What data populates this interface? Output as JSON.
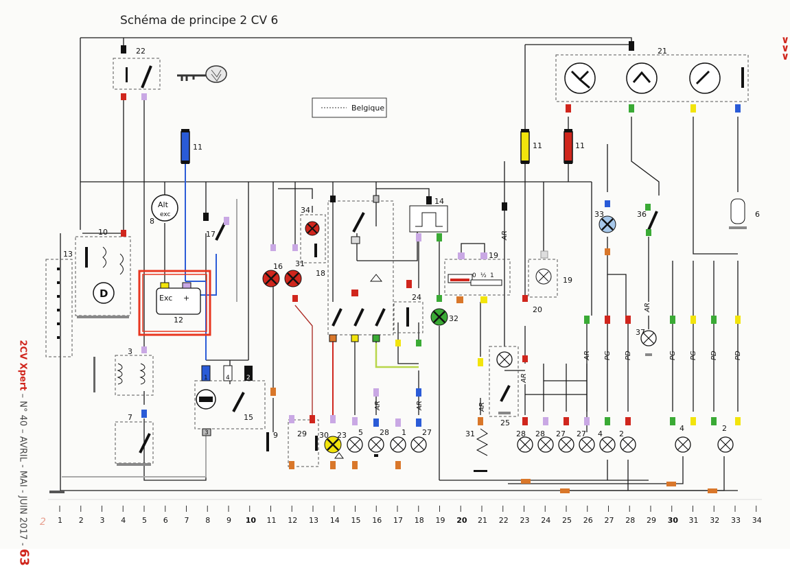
{
  "title": "Schéma de principe 2 CV 6",
  "legend": {
    "label": "Belgique"
  },
  "side_text": {
    "brand": "2CV Xpert",
    "issue": " – N° 40 – AVRIL - MAI - JUIN 2017 - ",
    "page": "63"
  },
  "page_marker": "2",
  "alternator_labels": {
    "alt": "Alt",
    "exc": "exc"
  },
  "regulator_labels": {
    "exc": "Exc",
    "plus": "+"
  },
  "grid_numbers": [
    "1",
    "2",
    "3",
    "4",
    "5",
    "6",
    "7",
    "8",
    "9",
    "10",
    "11",
    "12",
    "13",
    "14",
    "15",
    "16",
    "17",
    "18",
    "19",
    "20",
    "21",
    "22",
    "23",
    "24",
    "25",
    "26",
    "27",
    "28",
    "29",
    "30",
    "31",
    "32",
    "33",
    "34"
  ],
  "bold_grid_numbers": [
    "10",
    "20",
    "30"
  ],
  "component_numbers": {
    "c21": "21",
    "c22": "22",
    "c11a": "11",
    "c11b": "11",
    "c11c": "11",
    "c10": "10",
    "c13": "13",
    "c8": "8",
    "c12": "12",
    "c17": "17",
    "c34": "34",
    "c31a": "31",
    "c16": "16",
    "c18": "18",
    "c14": "14",
    "c19a": "19",
    "c19b": "19",
    "c24": "24",
    "c32": "32",
    "c20": "20",
    "c33": "33",
    "c36": "36",
    "c6": "6",
    "c37": "37",
    "c3": "3",
    "c7": "7",
    "c15": "15",
    "c9": "9",
    "c29": "29",
    "c30": "30",
    "c23": "23",
    "c5": "5",
    "c28": "28",
    "c1": "1",
    "c27": "27",
    "c31b": "31",
    "c25": "25",
    "c28b": "28",
    "c28c": "28",
    "c27b": "27",
    "c27c": "27",
    "c4": "4",
    "c2": "2",
    "c4b": "4",
    "c2b": "2"
  },
  "connector_numbers": {
    "m1": "1",
    "m4": "4",
    "m2": "2",
    "m3": "3",
    "r7": "7",
    "r3": "3",
    "r4": "4",
    "r2": "2",
    "r5": "5",
    "r1": "1"
  },
  "gauge_scale": {
    "zero": "0",
    "half": "½",
    "one": "1"
  },
  "wire_tags": {
    "ar": "AR",
    "pg": "PG",
    "pd": "PD"
  },
  "colors": {
    "wire": "#1a1a1a",
    "blue": "#2a5bd7",
    "red": "#d0261d",
    "yellow": "#f2e40c",
    "green": "#3aaa35",
    "violet": "#b08fd0",
    "orange": "#d9772a",
    "grey": "#a9a9a9",
    "highlight": "#e8361f",
    "lime": "#b8d64a"
  }
}
